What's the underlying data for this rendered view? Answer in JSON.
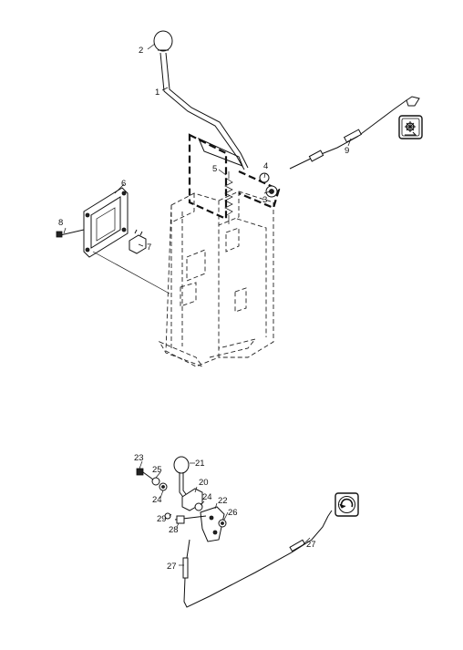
{
  "diagram": {
    "upper_callouts": [
      "1",
      "2",
      "3",
      "4",
      "5",
      "6",
      "7",
      "8",
      "9"
    ],
    "lower_callouts": [
      "20",
      "21",
      "22",
      "23",
      "24",
      "24",
      "25",
      "26",
      "27",
      "27",
      "28",
      "29"
    ],
    "upper_icon": "gear-shift-icon",
    "lower_icon": "reverse-rotation-icon"
  }
}
